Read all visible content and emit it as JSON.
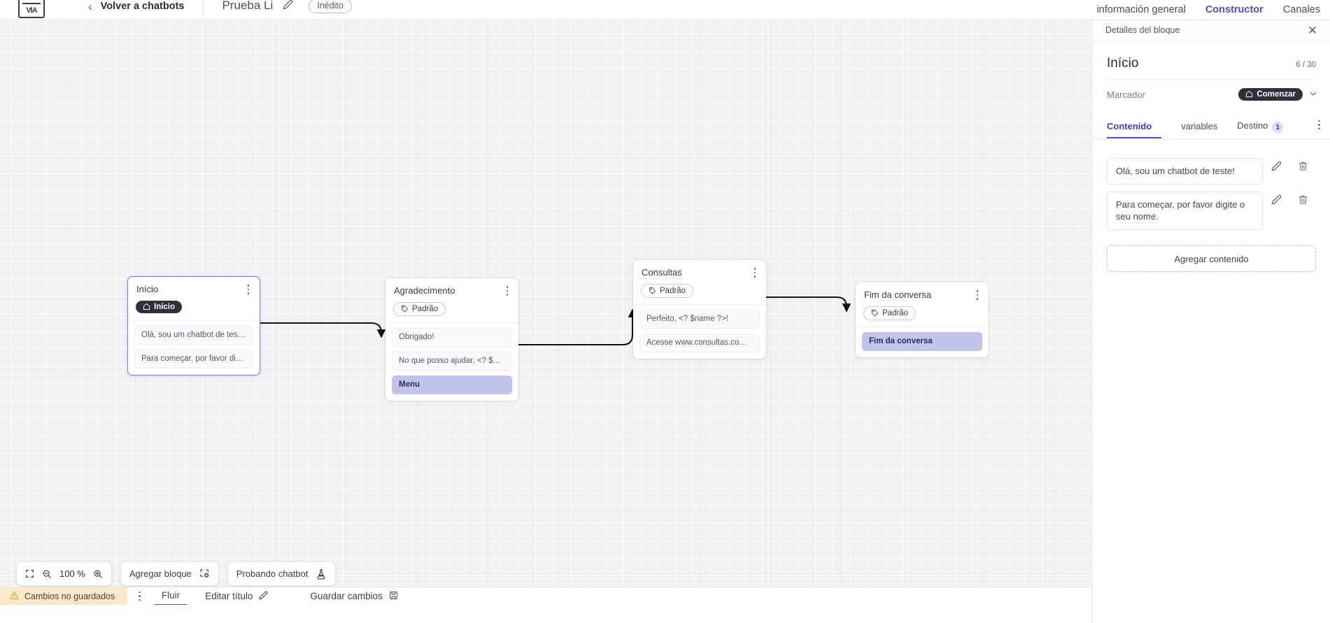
{
  "topbar": {
    "logo_text": "VIA",
    "back_label": "Volver a chatbots",
    "bot_name": "Prueba Li",
    "edit_icon": "pencil-icon",
    "status_badge": "Inédito"
  },
  "right_tabs": [
    {
      "label": "información general",
      "active": false
    },
    {
      "label": "Constructor",
      "active": true
    },
    {
      "label": "Canales",
      "active": false
    }
  ],
  "canvas": {
    "nodes": [
      {
        "id": "inicio",
        "title": "Início",
        "chip": {
          "label": "Início",
          "style": "dark",
          "icon": "home-icon"
        },
        "selected": true,
        "messages": [
          {
            "text": "Olá, sou um chatbot de teste!",
            "accent": false
          },
          {
            "text": "Para começar, por favor digite o ...",
            "accent": false
          }
        ]
      },
      {
        "id": "agradecimento",
        "title": "Agradecimento",
        "chip": {
          "label": "Padrão",
          "style": "light",
          "icon": "tag-icon"
        },
        "selected": false,
        "messages": [
          {
            "text": "Obrigado!",
            "accent": false
          },
          {
            "text": "No que posso ajudar, <? $name ...",
            "accent": false
          },
          {
            "text": "Menu",
            "accent": true
          }
        ]
      },
      {
        "id": "consultas",
        "title": "Consultas",
        "chip": {
          "label": "Padrão",
          "style": "light",
          "icon": "tag-icon"
        },
        "selected": false,
        "messages": [
          {
            "text": "Perfeito, <? $name ?>!",
            "accent": false
          },
          {
            "text": "Acesse www.consultas.com par...",
            "accent": false
          }
        ]
      },
      {
        "id": "fim",
        "title": "Fim da conversa",
        "chip": {
          "label": "Padrão",
          "style": "light",
          "icon": "tag-icon"
        },
        "selected": false,
        "messages": [
          {
            "text": "Fim da conversa",
            "accent": true
          }
        ]
      }
    ]
  },
  "float_toolbar": {
    "fit_icon": "fit-screen-icon",
    "zoom_out_icon": "zoom-out-icon",
    "zoom_level": "100 %",
    "zoom_in_icon": "zoom-in-icon",
    "add_block_label": "Agregar bloque",
    "add_block_icon": "add-block-icon",
    "test_chatbot_label": "Probando chatbot",
    "test_chatbot_icon": "flask-icon"
  },
  "bottom_bar": {
    "unsaved_label": "Cambios no guardados",
    "unsaved_icon": "warning-icon",
    "unsaved_bg": "#fce8c8",
    "kebab_icon": "kebab-icon",
    "flow_tab": "Fluir",
    "edit_title_label": "Editar título",
    "edit_title_icon": "pencil-icon",
    "save_label": "Guardar cambios",
    "save_icon": "save-icon"
  },
  "panel": {
    "header_title": "Detalles del bloque",
    "close_icon": "close-icon",
    "block_title": "Início",
    "char_count": "6 / 30",
    "marker_label": "Marcador",
    "marker_value": "Comenzar",
    "marker_icon": "home-icon",
    "marker_chevron": "chevron-down-icon",
    "tabs": [
      {
        "label": "Contenido",
        "active": true,
        "badge": null
      },
      {
        "label": "variables",
        "active": false,
        "badge": null
      },
      {
        "label": "Destino",
        "active": false,
        "badge": "1"
      }
    ],
    "overflow_icon": "kebab-icon",
    "contents": [
      {
        "text": "Olá, sou um chatbot de teste!",
        "edit_icon": "pencil-icon",
        "delete_icon": "trash-icon"
      },
      {
        "text": "Para começar, por favor digite o seu nome.",
        "edit_icon": "pencil-icon",
        "delete_icon": "trash-icon"
      }
    ],
    "add_content_label": "Agregar contenido"
  },
  "colors": {
    "accent": "#4a4ae0",
    "node_accent": "#c3c4ee",
    "canvas_bg": "#f2f2f5",
    "warning_bg": "#fce8c8"
  }
}
